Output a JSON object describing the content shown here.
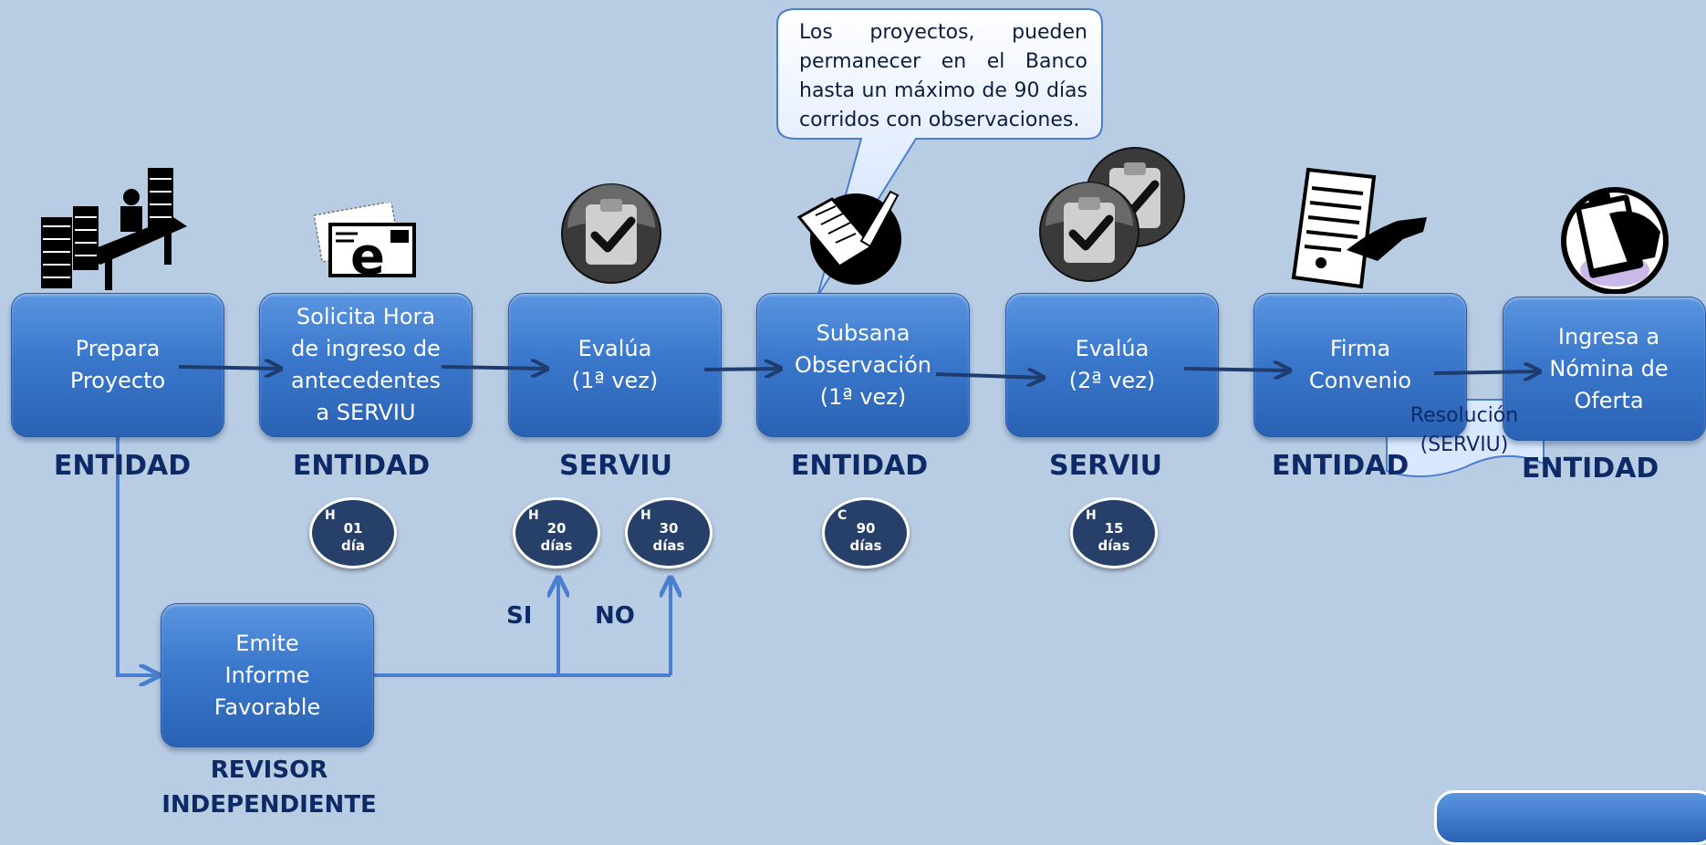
{
  "steps": [
    {
      "label": "Prepara\nProyecto",
      "role": "ENTIDAD"
    },
    {
      "label": "Solicita Hora\nde ingreso de\nantecedentes\na SERVIU",
      "role": "ENTIDAD"
    },
    {
      "label": "Evalúa\n(1ª vez)",
      "role": "SERVIU"
    },
    {
      "label": "Subsana\nObservación\n(1ª vez)",
      "role": "ENTIDAD"
    },
    {
      "label": "Evalúa\n(2ª vez)",
      "role": "SERVIU"
    },
    {
      "label": "Firma\nConvenio",
      "role": "ENTIDAD"
    },
    {
      "label": "Ingresa a\nNómina de\nOferta",
      "role": "ENTIDAD"
    }
  ],
  "reviewer": {
    "label": "Emite\nInforme\nFavorable",
    "role": "REVISOR\nINDEPENDIENTE"
  },
  "badges": [
    {
      "code": "H",
      "value": "01",
      "unit": "día"
    },
    {
      "code": "H",
      "value": "20",
      "unit": "días"
    },
    {
      "code": "H",
      "value": "30",
      "unit": "días"
    },
    {
      "code": "C",
      "value": "90",
      "unit": "días"
    },
    {
      "code": "H",
      "value": "15",
      "unit": "días"
    }
  ],
  "decisions": {
    "yes": "SI",
    "no": "NO"
  },
  "callout": "Los proyectos, pueden permanecer en el Banco hasta un máximo de 90 días corridos con observaciones.",
  "resolution_note": "Resolución\n(SERVIU)",
  "colors": {
    "background": "#b8cde4",
    "box": "#3a78cc",
    "role_text": "#0e2a66",
    "badge": "#27406a",
    "arrow": "#1e3c6e",
    "branch_arrow": "#4a7ed0"
  },
  "icons": [
    "office-desk-icon",
    "email-icon",
    "clipboard-check-icon",
    "signing-document-icon",
    "double-clipboard-check-icon",
    "contract-sign-icon",
    "clipboard-hand-icon"
  ]
}
